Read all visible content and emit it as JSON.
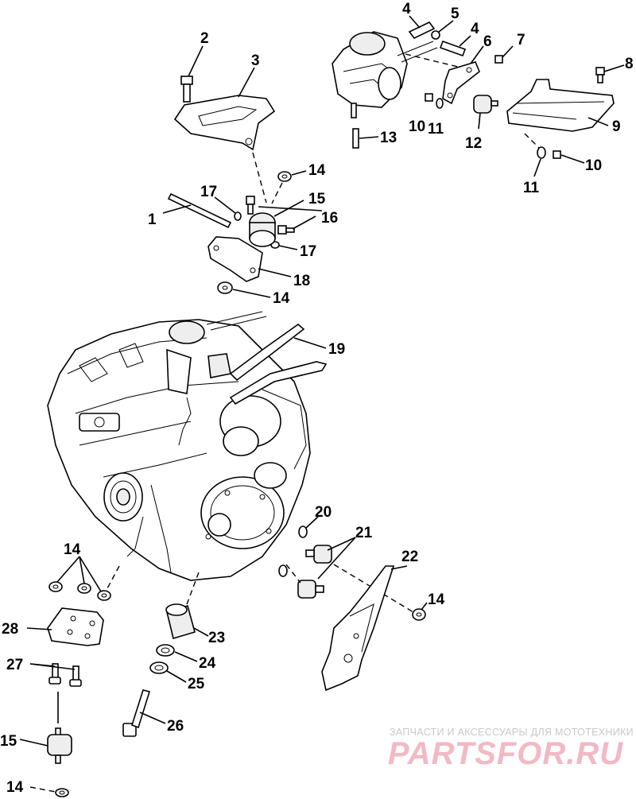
{
  "labels": {
    "l1": "1",
    "l2": "2",
    "l3": "3",
    "l4a": "4",
    "l4b": "4",
    "l5": "5",
    "l6": "6",
    "l7": "7",
    "l8": "8",
    "l9": "9",
    "l10a": "10",
    "l10b": "10",
    "l11a": "11",
    "l11b": "11",
    "l12": "12",
    "l13": "13",
    "l14a": "14",
    "l14b": "14",
    "l14c": "14",
    "l14d": "14",
    "l14e": "14",
    "l15a": "15",
    "l15b": "15",
    "l16": "16",
    "l17a": "17",
    "l17b": "17",
    "l18": "18",
    "l19": "19",
    "l20": "20",
    "l21": "21",
    "l22": "22",
    "l23": "23",
    "l24": "24",
    "l25": "25",
    "l26": "26",
    "l27": "27",
    "l28": "28"
  },
  "watermark": {
    "tagline": "ЗАПЧАСТИ И АКСЕССУАРЫ ДЛЯ МОТОТЕХНИКИ",
    "brand": "PARTSFOR.RU"
  }
}
